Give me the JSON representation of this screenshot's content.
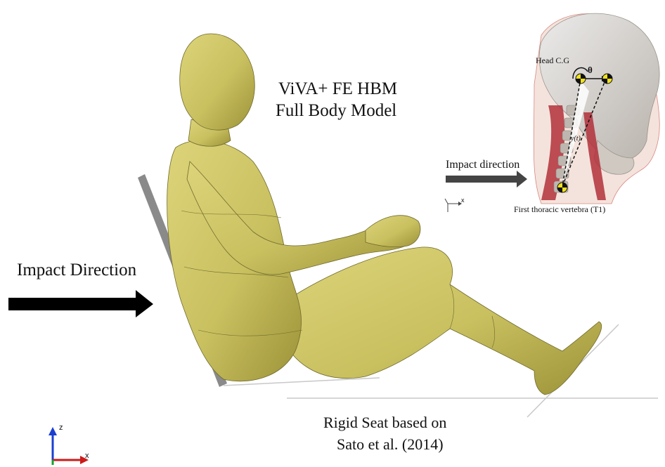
{
  "figure": {
    "model_title_line1": "ViVA+ FE HBM",
    "model_title_line2": "Full Body Model",
    "impact_label": "Impact Direction",
    "seat_label_line1": "Rigid Seat based  on",
    "seat_label_line2": "Sato et al. (2014)"
  },
  "inset": {
    "impact_label": "Impact direction",
    "head_cg_label": "Head C.G",
    "theta_label": "θ",
    "displacement_label": "y(t)",
    "t1_label": "First thoracic vertebra (T1)"
  },
  "axes": {
    "main_z": "z",
    "main_x": "x",
    "inset_x": "x"
  },
  "colors": {
    "body": "#c9c060",
    "body_shade": "#9c9238",
    "seat": "#888888",
    "arrow": "#000000",
    "skull": "#d9d4cf",
    "muscle": "#b2303a"
  }
}
